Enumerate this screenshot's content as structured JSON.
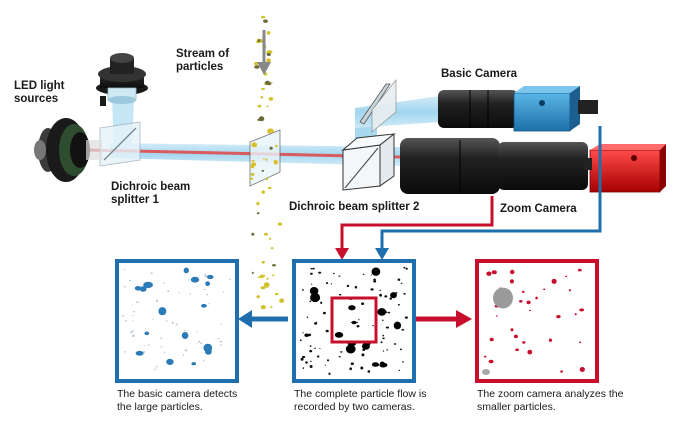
{
  "labels": {
    "led": "LED light sources",
    "stream": "Stream of particles",
    "basic_camera": "Basic Camera",
    "dichroic1": "Dichroic beam splitter 1",
    "dichroic2": "Dichroic beam splitter 2",
    "zoom_camera": "Zoom Camera"
  },
  "captions": {
    "basic": "The basic camera detects the large particles.",
    "flow": "The complete particle flow is recorded by two cameras.",
    "zoom": "The zoom camera analyzes the smaller particles."
  },
  "colors": {
    "blue": "#1f6fae",
    "red": "#c8102e",
    "light_blue_beam": "#8ccbe8",
    "particle_blue": "#2b7bb9",
    "particle_red": "#c8102e"
  }
}
